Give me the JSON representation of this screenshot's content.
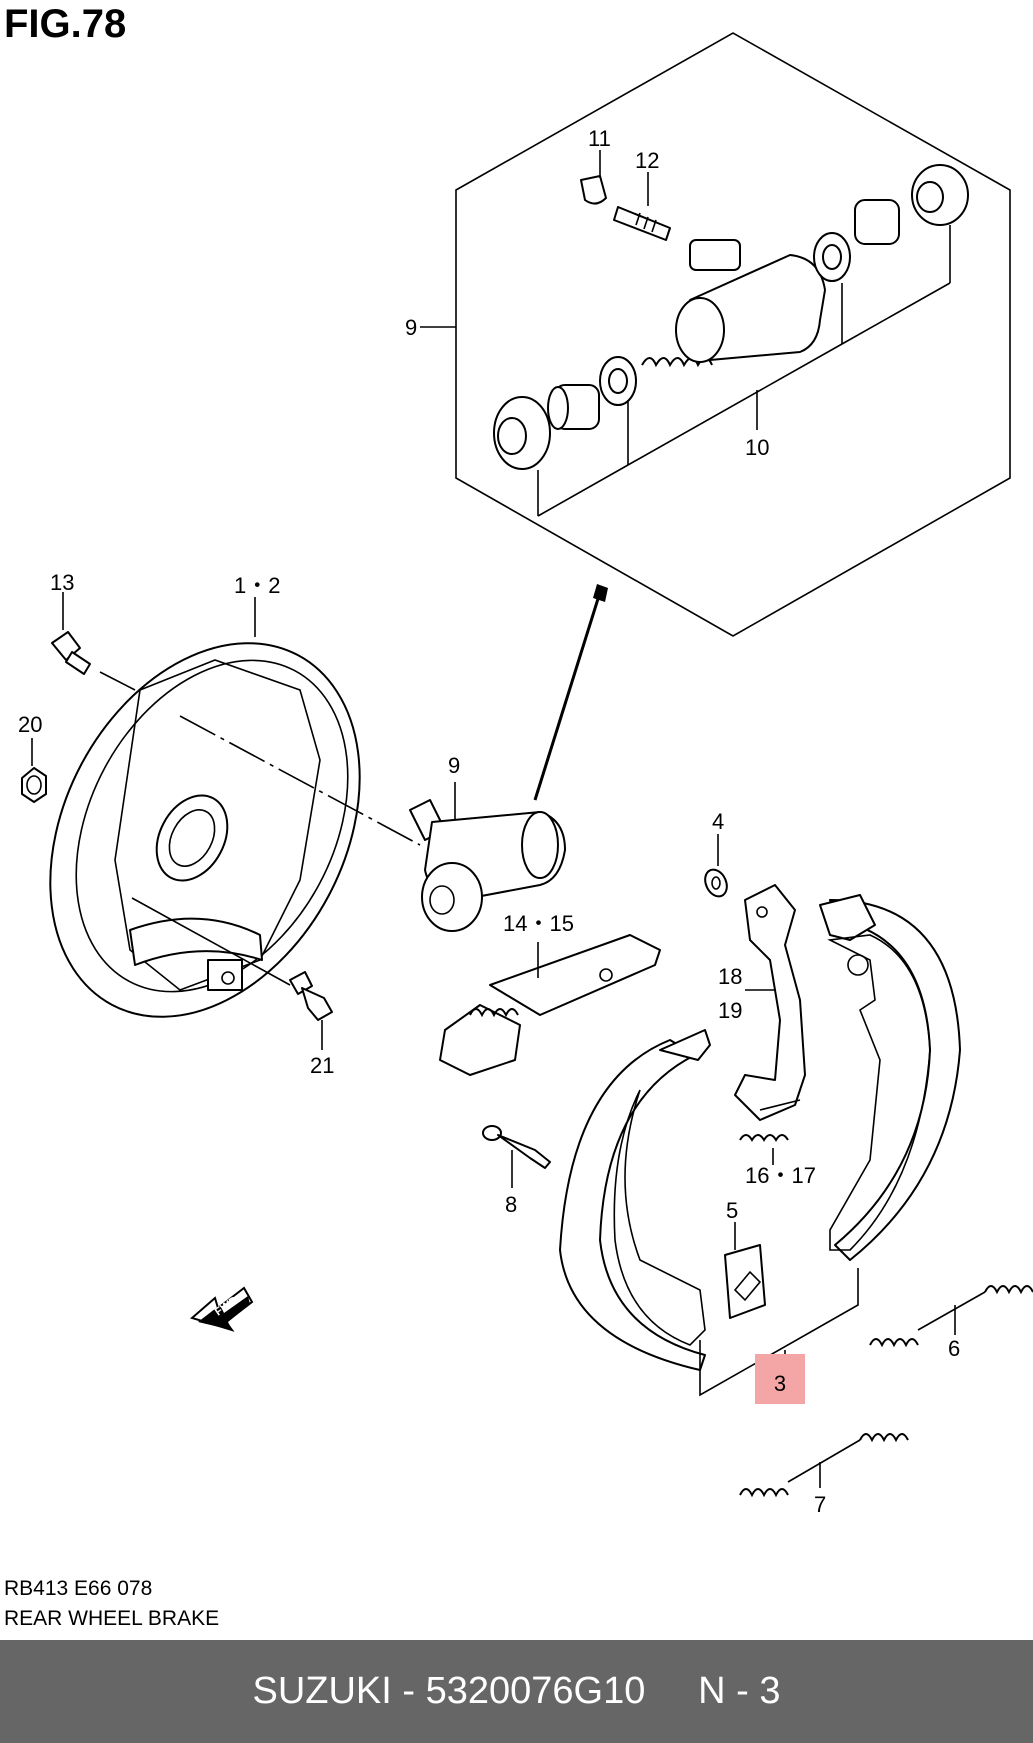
{
  "figure": {
    "title": "FIG.78",
    "code": "RB413 E66 078",
    "name": "REAR WHEEL BRAKE"
  },
  "callouts": {
    "c9_box": "9",
    "c10": "10",
    "c11": "11",
    "c12": "12",
    "c13": "13",
    "c1_2": "1・2",
    "c20": "20",
    "c9_cyl": "9",
    "c21": "21",
    "c14_15": "14・15",
    "c4": "4",
    "c18": "18",
    "c19": "19",
    "c8": "8",
    "c16_17": "16・17",
    "c5": "5",
    "c3": "3",
    "c6": "6",
    "c7": "7"
  },
  "highlight": {
    "part": "3",
    "color": "#f4a6a6"
  },
  "fwd_label": "FWD",
  "footer": {
    "text": "SUZUKI - 5320076G10     N - 3",
    "background": "#666666"
  }
}
